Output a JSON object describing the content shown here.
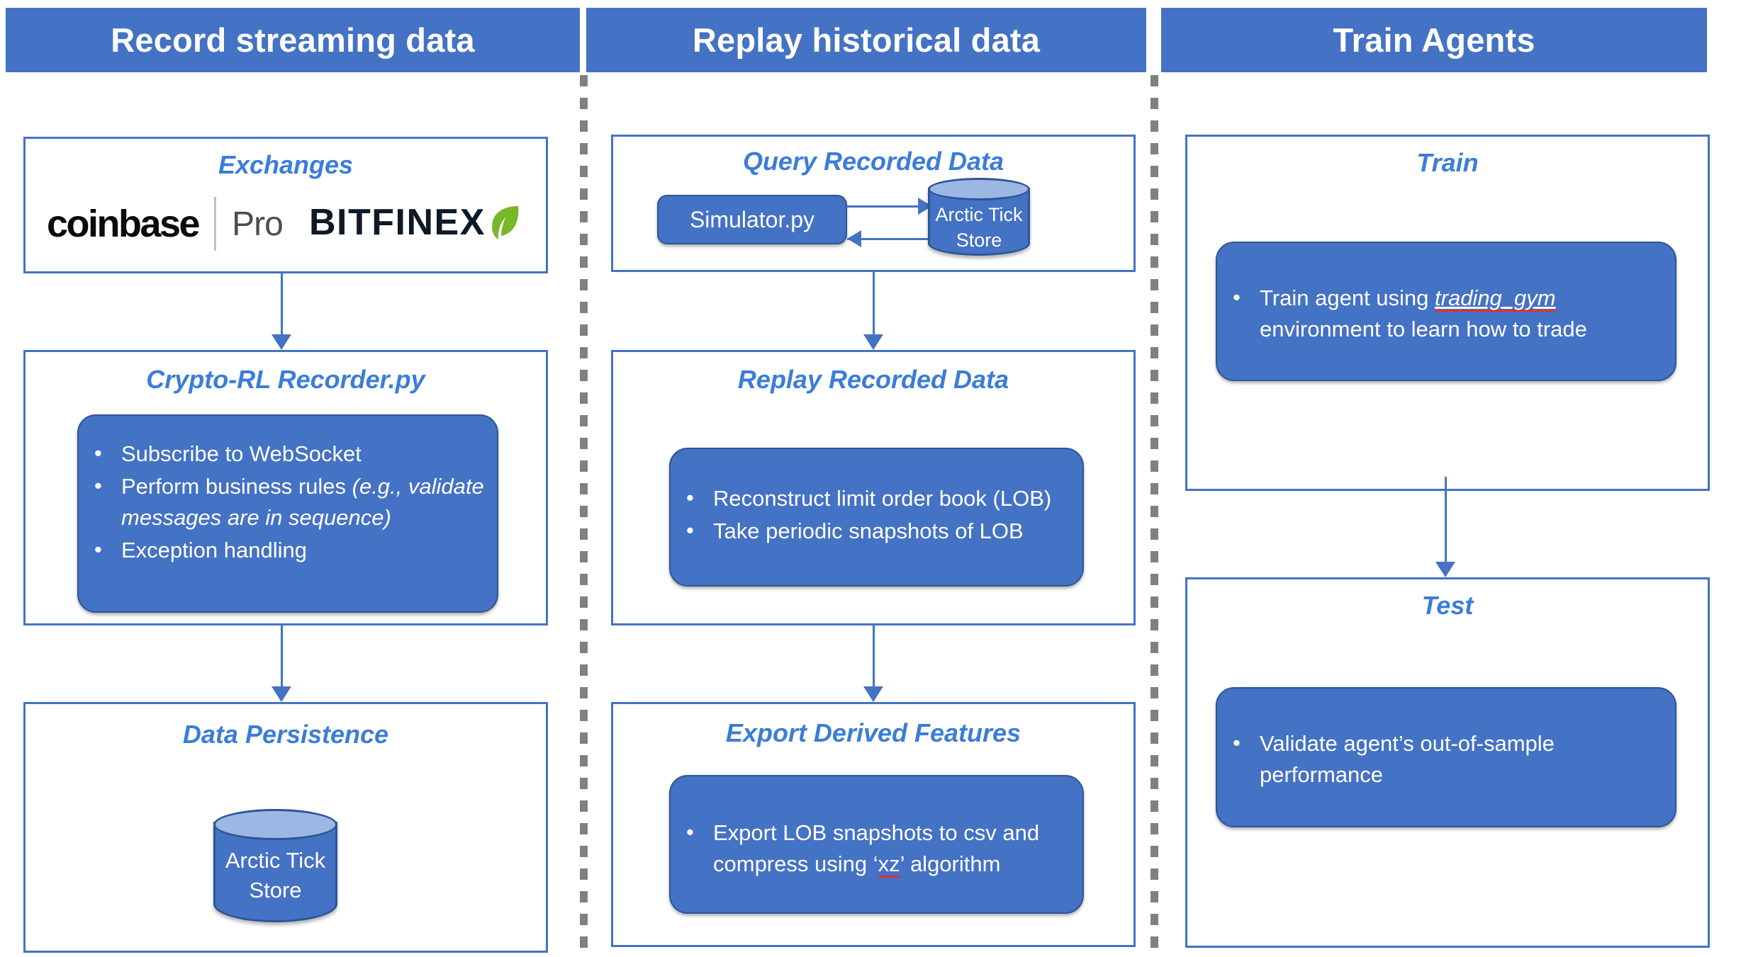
{
  "headers": [
    {
      "label": "Record streaming data"
    },
    {
      "label": "Replay historical data"
    },
    {
      "label": "Train Agents"
    }
  ],
  "colors": {
    "accent": "#4472C4",
    "title_text": "#3B7DD8",
    "card_border": "#2E5596",
    "cylinder_top": "#9DB7E4",
    "divider": "#808080",
    "spellcheck_underline": "#E03030",
    "bitfinex_leaf": "#76B82A"
  },
  "columns": {
    "record": {
      "exchanges": {
        "title": "Exchanges",
        "logos": [
          {
            "name": "coinbase-pro-logo",
            "word1": "coinbase",
            "word2": "Pro"
          },
          {
            "name": "bitfinex-logo",
            "word1": "BITFINEX"
          }
        ]
      },
      "recorder": {
        "title": "Crypto-RL Recorder.py",
        "bullets": [
          {
            "text": "Subscribe to WebSocket"
          },
          {
            "text_plain": "Perform business rules ",
            "text_italic": "(e.g., validate messages are in sequence)"
          },
          {
            "text": "Exception handling"
          }
        ]
      },
      "persistence": {
        "title": "Data Persistence",
        "cylinder_label_line1": "Arctic Tick",
        "cylinder_label_line2": "Store"
      }
    },
    "replay": {
      "query": {
        "title": "Query Recorded Data",
        "simulator_label": "Simulator.py",
        "cylinder_label_line1": "Arctic Tick",
        "cylinder_label_line2": "Store"
      },
      "replay_data": {
        "title": "Replay Recorded Data",
        "bullets": [
          {
            "text": "Reconstruct limit order book (LOB)"
          },
          {
            "text": "Take periodic snapshots of LOB"
          }
        ]
      },
      "export": {
        "title": "Export Derived Features",
        "bullet_pre": "Export LOB snapshots to csv and compress using ‘",
        "bullet_spell": "xz",
        "bullet_post": "’ algorithm"
      }
    },
    "train": {
      "train_stage": {
        "title": "Train",
        "bullet_pre": "Train agent using ",
        "bullet_spell": "trading_gym",
        "bullet_post": " environment to learn how to trade"
      },
      "test_stage": {
        "title": "Test",
        "bullet": "Validate agent’s out-of-sample performance"
      }
    }
  }
}
